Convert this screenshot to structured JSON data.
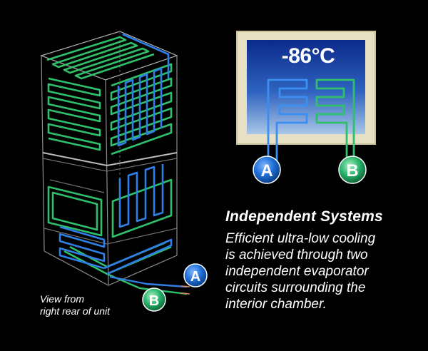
{
  "temperature": "-86°C",
  "heading": "Independent Systems",
  "description_lines": [
    "Efficient ultra-low cooling",
    "is achieved through two",
    "independent evaporator",
    "circuits surrounding the",
    "interior chamber."
  ],
  "caption_lines": [
    "View from",
    "right rear of unit"
  ],
  "circuit_a": {
    "label": "A",
    "color": "#1f6fd6"
  },
  "circuit_b": {
    "label": "B",
    "color": "#27b36a"
  },
  "colors": {
    "background": "#000000",
    "tube_blue": "#2f7fe6",
    "tube_green": "#2fc06b",
    "frame": "#d8d2b0"
  }
}
